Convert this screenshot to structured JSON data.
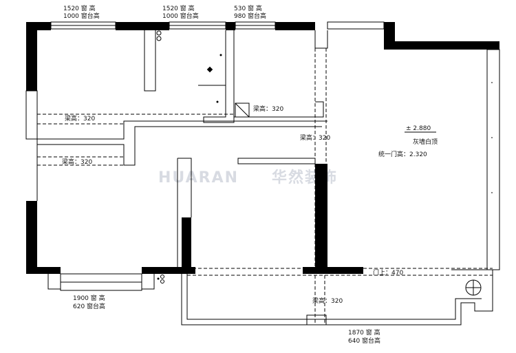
{
  "labels": {
    "top_win1_width": "1520 窗 高",
    "top_win1_sill": "1000 窗台高",
    "top_win2_width": "1520 窗 高",
    "top_win2_sill": "1000 窗台高",
    "top_win3_width": "530 窗 高",
    "top_win3_sill": "980 窗台高",
    "beam_left_upper": "梁高：320",
    "beam_left_lower": "梁高：320",
    "beam_center_small": "梁高：320",
    "beam_center": "梁高：320",
    "beam_bottom": "梁高：320",
    "ceiling_height": "± 2.880",
    "ceiling_type": "灰墙白顶",
    "door_height": "统一门高：2.320",
    "door_top": "门上：470",
    "bottom_left_win_width": "1900 窗 高",
    "bottom_left_win_sill": "620 窗台高",
    "bottom_right_win_width": "1870 窗 高",
    "bottom_right_win_sill": "640 窗台高"
  },
  "watermark": {
    "latin": "HUARAN",
    "chinese": "华然装饰"
  },
  "colors": {
    "wall": "#000000",
    "background": "#ffffff",
    "watermark": "#d8dbe2"
  }
}
